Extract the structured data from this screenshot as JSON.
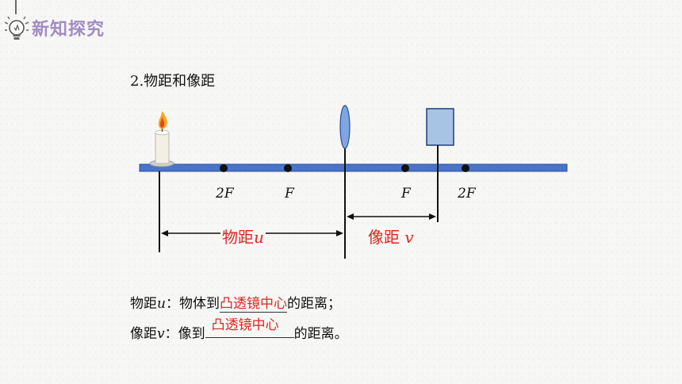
{
  "header": {
    "title": "新知探究",
    "icon": "lightbulb-icon"
  },
  "section_title": "2.物距和像距",
  "diagram": {
    "focal_labels": [
      "2F",
      "F",
      "F",
      "2F"
    ],
    "object_distance_label": {
      "text": "物距",
      "symbol": "u"
    },
    "image_distance_label": {
      "text": "像距",
      "symbol": "v"
    },
    "colors": {
      "axis": "#4a74c9",
      "label_red": "#e0261f",
      "image_box": "#a7c4e4"
    }
  },
  "definitions": {
    "u_line": {
      "term": "物距",
      "symbol": "u",
      "colon": "：",
      "lead": "物体到",
      "answer": "凸透镜中心",
      "tail": "的距离；"
    },
    "v_line": {
      "term": "像距",
      "symbol": "v",
      "colon": "：",
      "lead": "像到",
      "answer": "凸透镜中心",
      "tail": "的距离。"
    }
  }
}
